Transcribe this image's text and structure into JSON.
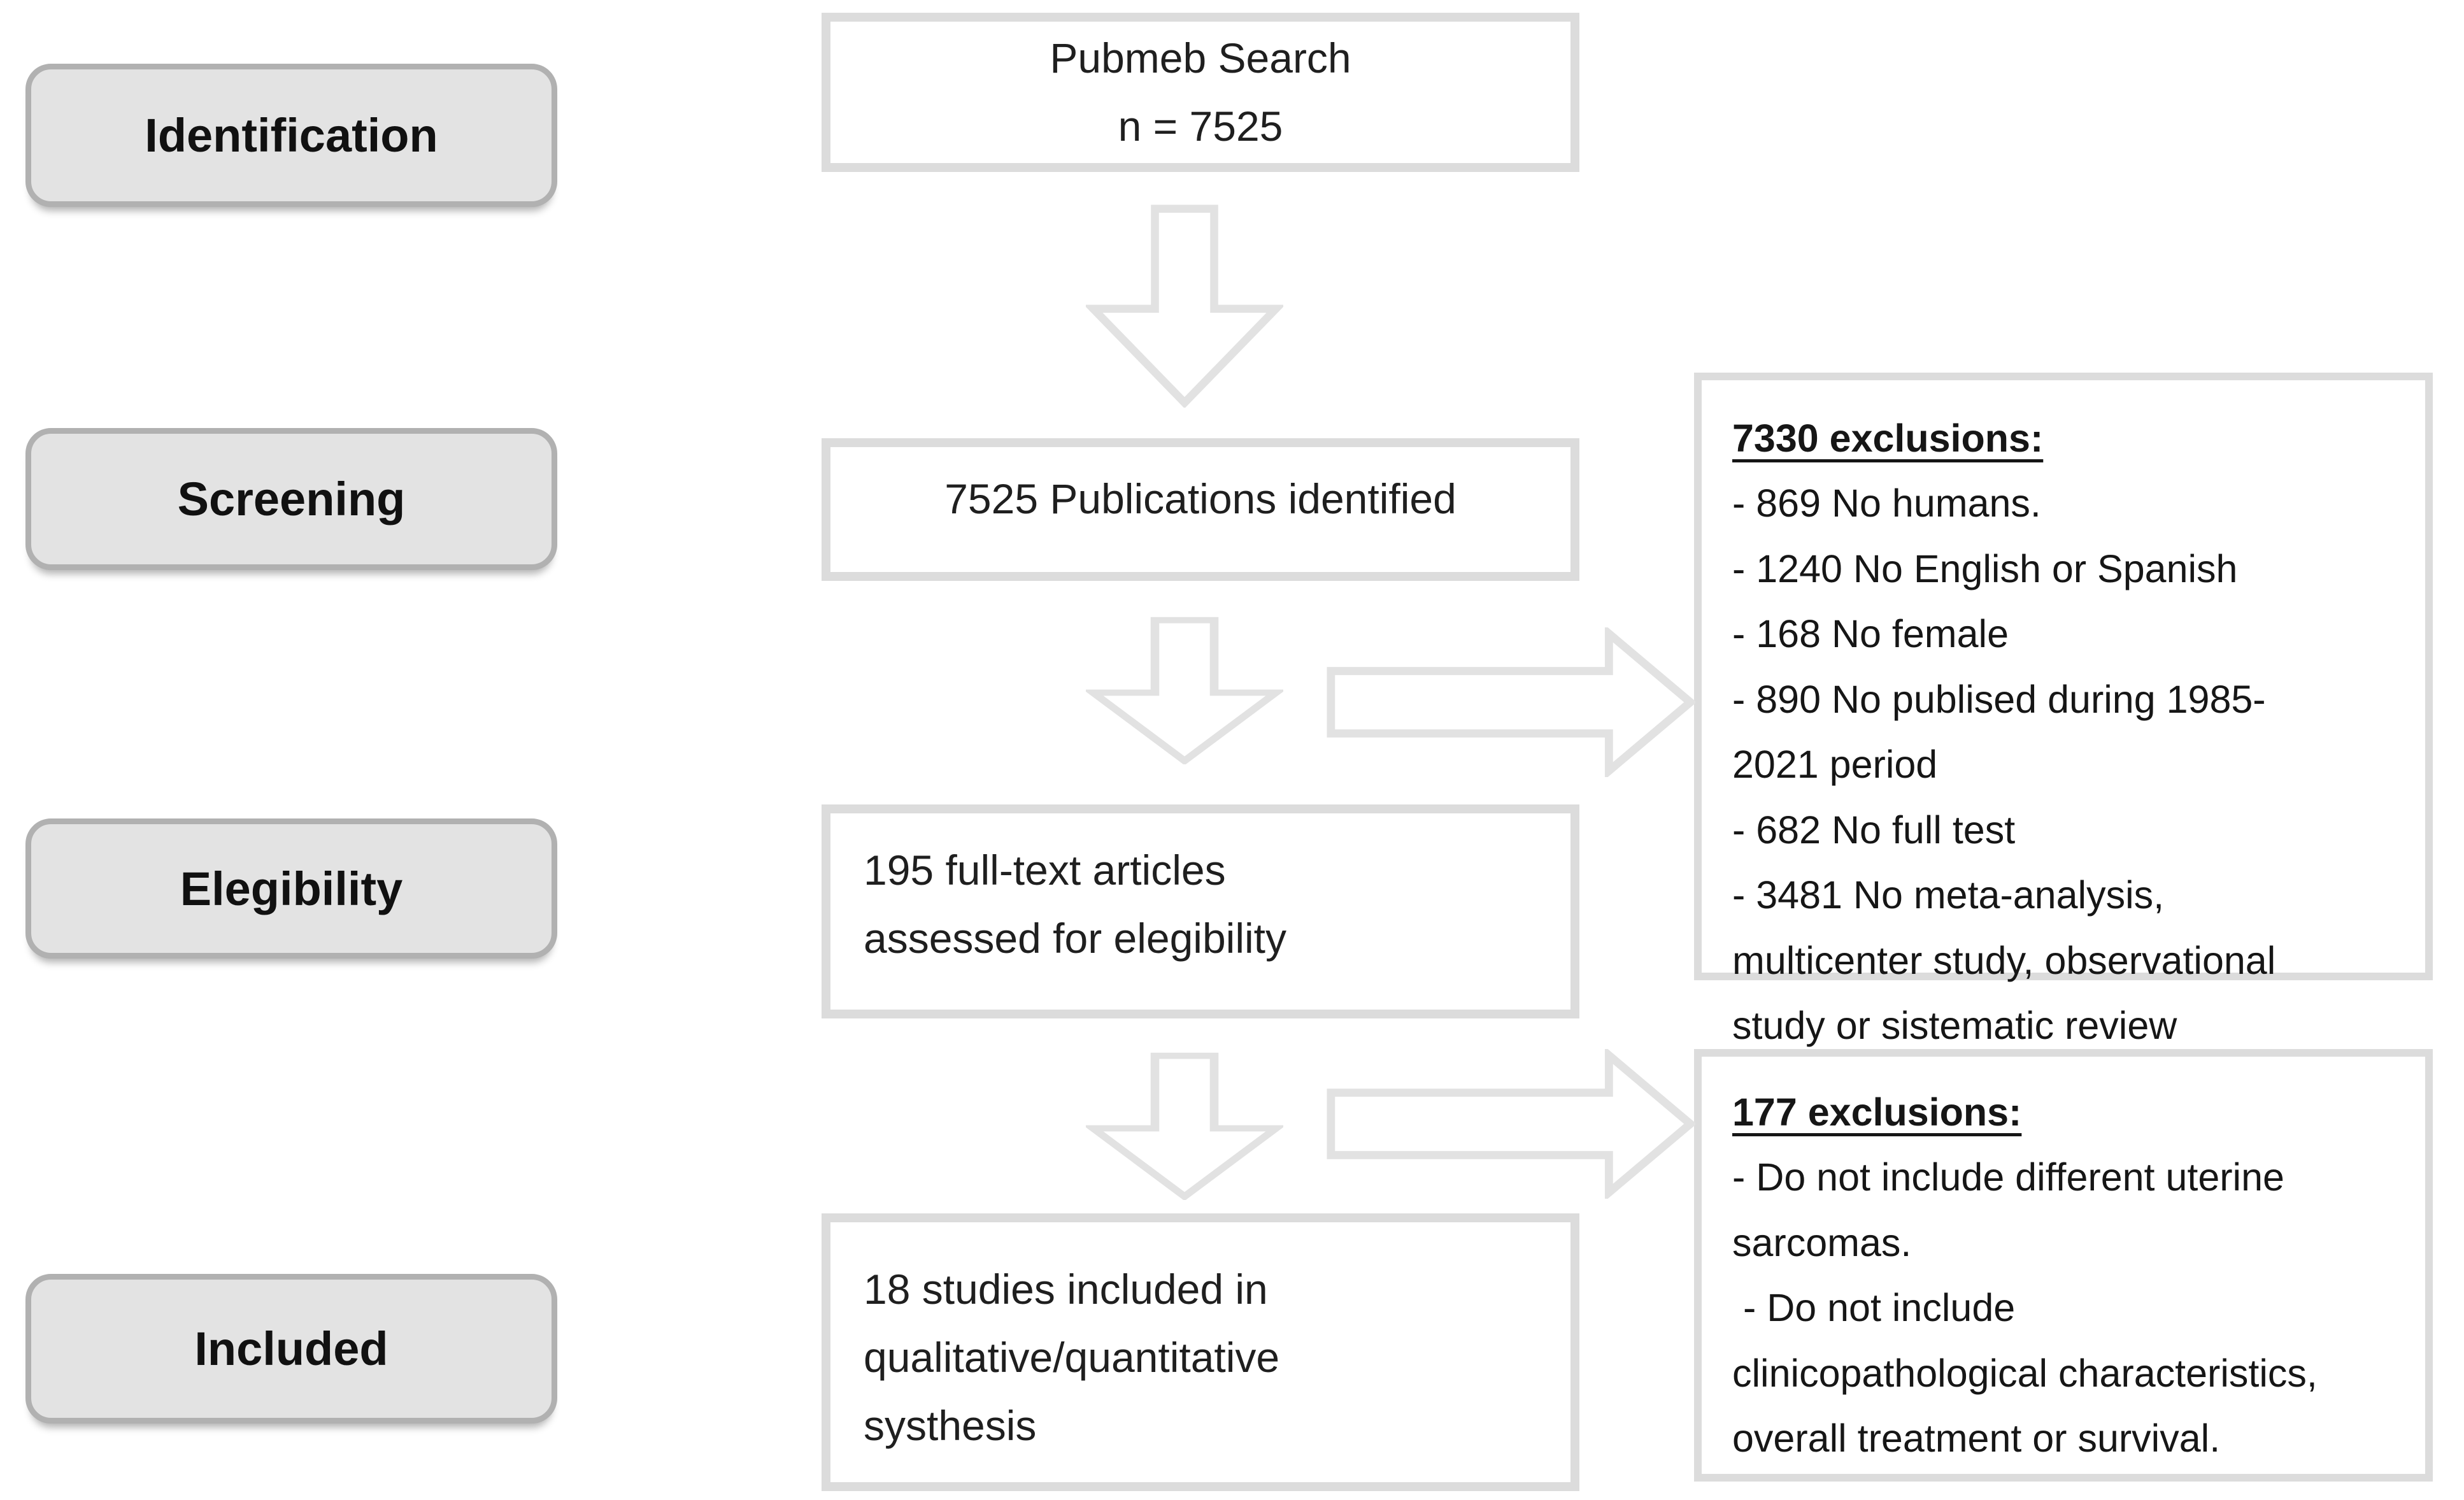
{
  "diagram_title": "PRISMA study selection flow diagram",
  "stages": [
    {
      "label": "Identification"
    },
    {
      "label": "Screening"
    },
    {
      "label": "Elegibility"
    },
    {
      "label": "Included"
    }
  ],
  "flow_boxes": [
    {
      "lines": [
        "Pubmeb Search",
        "n = 7525"
      ]
    },
    {
      "lines": [
        "7525 Publications identified"
      ]
    },
    {
      "lines": [
        "195 full-text articles",
        "assessed for elegibility"
      ]
    },
    {
      "lines": [
        "18 studies included in",
        "qualitative/quantitative",
        "systhesis"
      ]
    }
  ],
  "exclusion_boxes": [
    {
      "heading": "7330 exclusions:",
      "lines": [
        "- 869 No humans.",
        "- 1240 No English or Spanish",
        "- 168 No female",
        "- 890 No publised during 1985-",
        "2021 period",
        "- 682 No full test",
        "- 3481 No meta-analysis,",
        "multicenter study, observational",
        "study or sistematic review"
      ]
    },
    {
      "heading": "177 exclusions:",
      "lines": [
        "- Do not include different uterine",
        "sarcomas.",
        " - Do not include",
        "clinicopathological characteristics,",
        "overall treatment or survival."
      ]
    }
  ],
  "icons": {
    "down_arrow": "hollow-down-arrow",
    "right_arrow": "hollow-right-arrow"
  },
  "colors": {
    "box-border": "#dcdcdc",
    "arrow-stroke": "#e2e2e2",
    "label-fill": "#e3e3e3",
    "label-border": "#b1b1b1",
    "text": "#1c1c1c",
    "bg": "#ffffff"
  }
}
